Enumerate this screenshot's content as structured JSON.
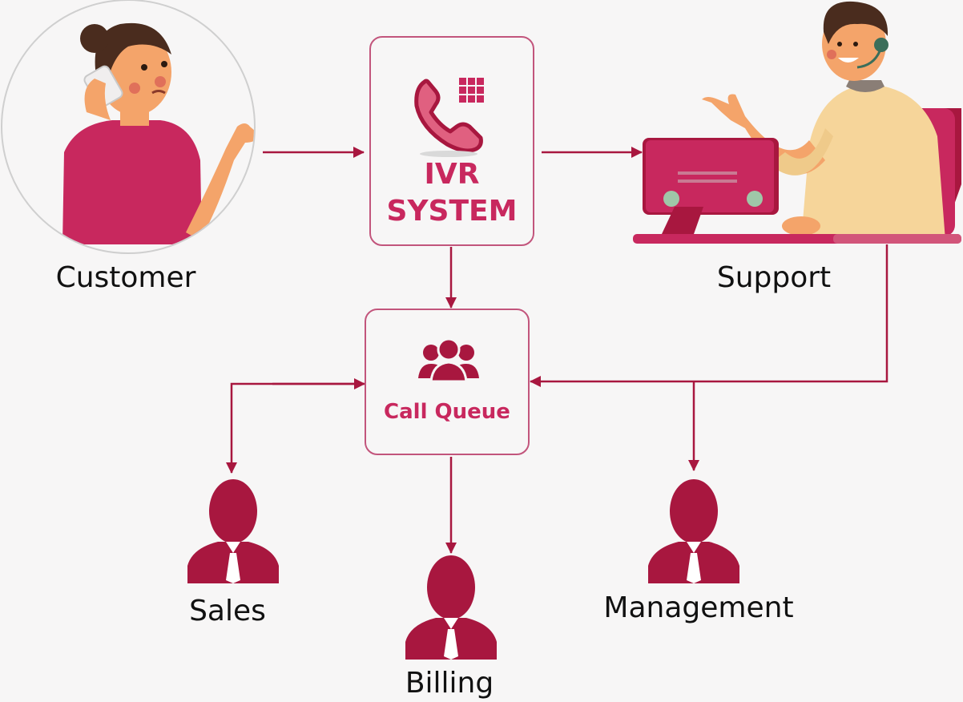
{
  "colors": {
    "accent": "#c8285e",
    "dark_accent": "#a8173f",
    "arrow": "#a8173f",
    "box_border": "#c2557c",
    "skin": "#f4a46a",
    "hair": "#4a2c1e",
    "support_shirt": "#f6d59a"
  },
  "nodes": {
    "customer": {
      "label": "Customer",
      "icon": "customer-on-phone-illustration"
    },
    "ivr": {
      "title_line1": "IVR",
      "title_line2": "SYSTEM",
      "icon": "phone-keypad-icon"
    },
    "support": {
      "label": "Support",
      "icon": "support-agent-illustration"
    },
    "call_queue": {
      "title": "Call Queue",
      "icon": "group-icon"
    },
    "sales": {
      "label": "Sales",
      "icon": "person-with-tie-icon"
    },
    "billing": {
      "label": "Billing",
      "icon": "person-with-tie-icon"
    },
    "management": {
      "label": "Management",
      "icon": "person-with-tie-icon"
    }
  },
  "edges": [
    {
      "from": "customer",
      "to": "ivr"
    },
    {
      "from": "ivr",
      "to": "support"
    },
    {
      "from": "ivr",
      "to": "call_queue"
    },
    {
      "from": "support",
      "to": "call_queue"
    },
    {
      "from": "call_queue",
      "to": "sales"
    },
    {
      "from": "call_queue",
      "to": "billing"
    },
    {
      "from": "call_queue",
      "to": "management"
    }
  ]
}
